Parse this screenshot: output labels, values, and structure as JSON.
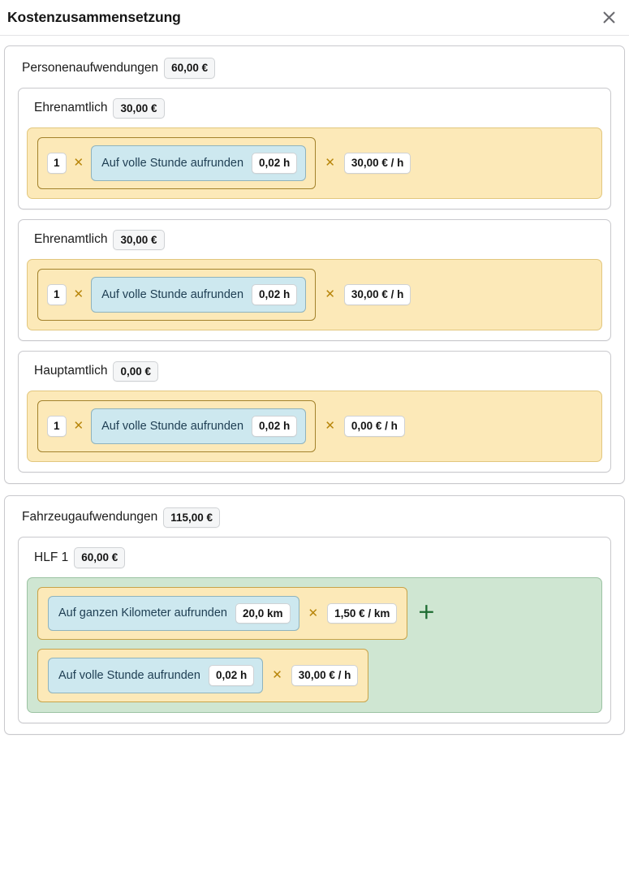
{
  "modal": {
    "title": "Kostenzusammensetzung",
    "close_icon": "close-icon"
  },
  "operators": {
    "times": "✕",
    "plus": "＋",
    "times_color": "#b8860b",
    "plus_color": "#1d6b31"
  },
  "colors": {
    "panel_yellow_bg": "#fce9b8",
    "panel_yellow_border": "#e2c77e",
    "panel_green_bg": "#cfe6d2",
    "panel_green_border": "#9cc3a3",
    "chip_blue_bg": "#cde8ef",
    "chip_blue_border": "#8fb3bd",
    "badge_bg": "#f5f6f7",
    "badge_border": "#cfd2d5",
    "card_border": "#c9c9cd"
  },
  "sections": [
    {
      "label": "Personenaufwendungen",
      "total": "60,00 €",
      "groups": [
        {
          "label": "Ehrenamtlich",
          "total": "30,00 €",
          "quantity": "1",
          "rounding_label": "Auf volle Stunde aufrunden",
          "rounding_value": "0,02 h",
          "rate": "30,00 € / h"
        },
        {
          "label": "Ehrenamtlich",
          "total": "30,00 €",
          "quantity": "1",
          "rounding_label": "Auf volle Stunde aufrunden",
          "rounding_value": "0,02 h",
          "rate": "30,00 € / h"
        },
        {
          "label": "Hauptamtlich",
          "total": "0,00 €",
          "quantity": "1",
          "rounding_label": "Auf volle Stunde aufrunden",
          "rounding_value": "0,02 h",
          "rate": "0,00 € / h"
        }
      ]
    },
    {
      "label": "Fahrzeugaufwendungen",
      "total": "115,00 €",
      "vehicle": {
        "label": "HLF 1",
        "total": "60,00 €",
        "terms": [
          {
            "rounding_label": "Auf ganzen Kilometer aufrunden",
            "rounding_value": "20,0 km",
            "rate": "1,50 € / km",
            "trailing_operator": "＋"
          },
          {
            "rounding_label": "Auf volle Stunde aufrunden",
            "rounding_value": "0,02 h",
            "rate": "30,00 € / h",
            "trailing_operator": ""
          }
        ]
      }
    }
  ]
}
